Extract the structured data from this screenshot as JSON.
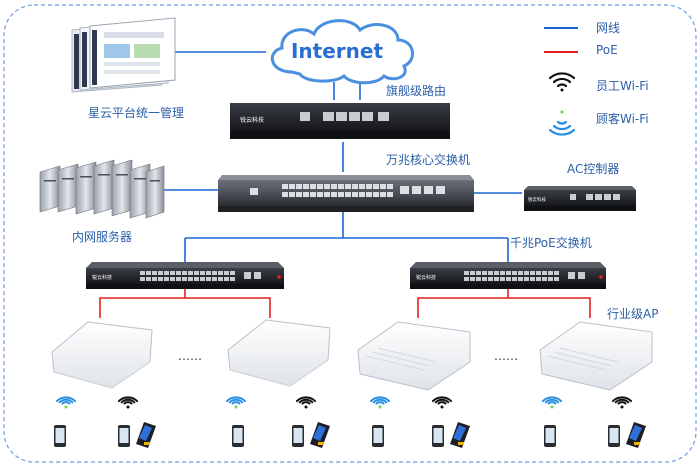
{
  "internet": {
    "label": "Internet"
  },
  "legend": {
    "wired": "网线",
    "poe": "PoE",
    "staff_wifi": "员工Wi-Fi",
    "guest_wifi": "顾客Wi-Fi"
  },
  "nodes": {
    "management": "星云平台统一管理",
    "router": "旗舰级路由",
    "core_switch": "万兆核心交换机",
    "ac_controller": "AC控制器",
    "servers": "内网服务器",
    "poe_switch": "千兆PoE交换机",
    "ap": "行业级AP"
  },
  "device_brand": "锐云科技",
  "ellipsis": "……",
  "colors": {
    "wired": "#1a66d6",
    "poe": "#e0231e",
    "label": "#2b5fa8",
    "border": "#6aa0e0",
    "staff_wifi": "#111111",
    "guest_wifi": "#2a8fe0"
  }
}
